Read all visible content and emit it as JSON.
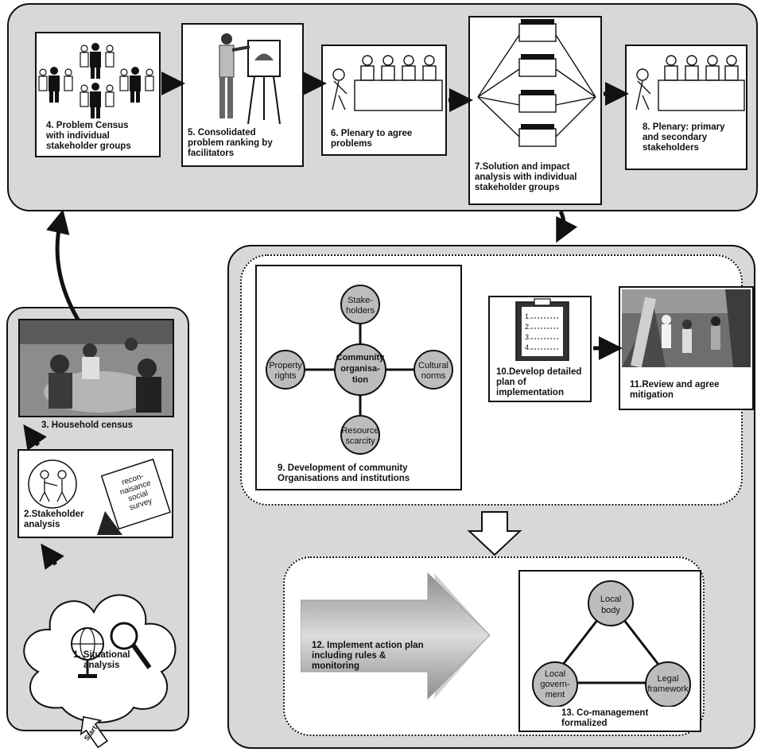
{
  "steps": {
    "s1": "1.  Situational\nanalysis",
    "s2": "2.Stakeholder\nanalysis",
    "s2_note": "recon-\nnaisance\nsocial\nsurvey",
    "s3": "3. Household census",
    "s4": "4.  Problem Census\nwith individual\nstakeholder groups",
    "s5": "5.  Consolidated\nproblem ranking by\nfacilitators",
    "s6": "6.  Plenary to agree\nproblems",
    "s7": "7.Solution and impact\nanalysis with individual\nstakeholder groups",
    "s8": "8.  Plenary: primary\nand secondary\nstakeholders",
    "s9": "9.  Development of community\nOrganisations and institutions",
    "s10": "10.Develop detailed\nplan of\nimplementation",
    "s11": "11.Review and agree\nmitigation",
    "s12": "12.  Implement action plan\nincluding rules &\nmonitoring",
    "s13": "13.  Co-management\nformalized"
  },
  "community": {
    "center": [
      "Community",
      "organisa-",
      "tion"
    ],
    "top": [
      "Stake-",
      "holders"
    ],
    "left": [
      "Property",
      "rights"
    ],
    "right": [
      "Cultural",
      "norms"
    ],
    "bottom": [
      "Resource",
      "scarcity"
    ]
  },
  "comanagement": {
    "top": [
      "Local",
      "body"
    ],
    "left": [
      "Local",
      "govern-",
      "ment"
    ],
    "right": [
      "Legal",
      "framework"
    ]
  },
  "plan_list": [
    "1.",
    "2.",
    "3.",
    "4."
  ],
  "start_label": "Start"
}
